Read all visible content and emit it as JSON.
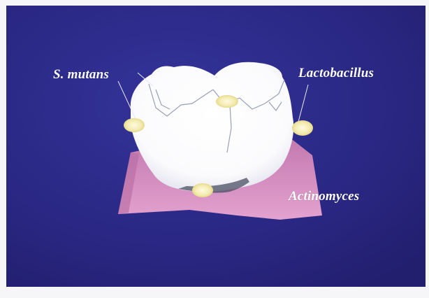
{
  "labels": {
    "s_mutans": "S. mutans",
    "lactobacillus": "Lactobacillus",
    "actinomyces": "Actinomyces"
  },
  "colors": {
    "background": "#2c2a86",
    "tooth": "#ffffff",
    "gum": "#d98ac0",
    "bacteria": "#f3ebb0",
    "label_text": "#ffffff"
  },
  "icons": [
    "tooth-icon",
    "gum-icon",
    "bacteria-colony-icon"
  ]
}
